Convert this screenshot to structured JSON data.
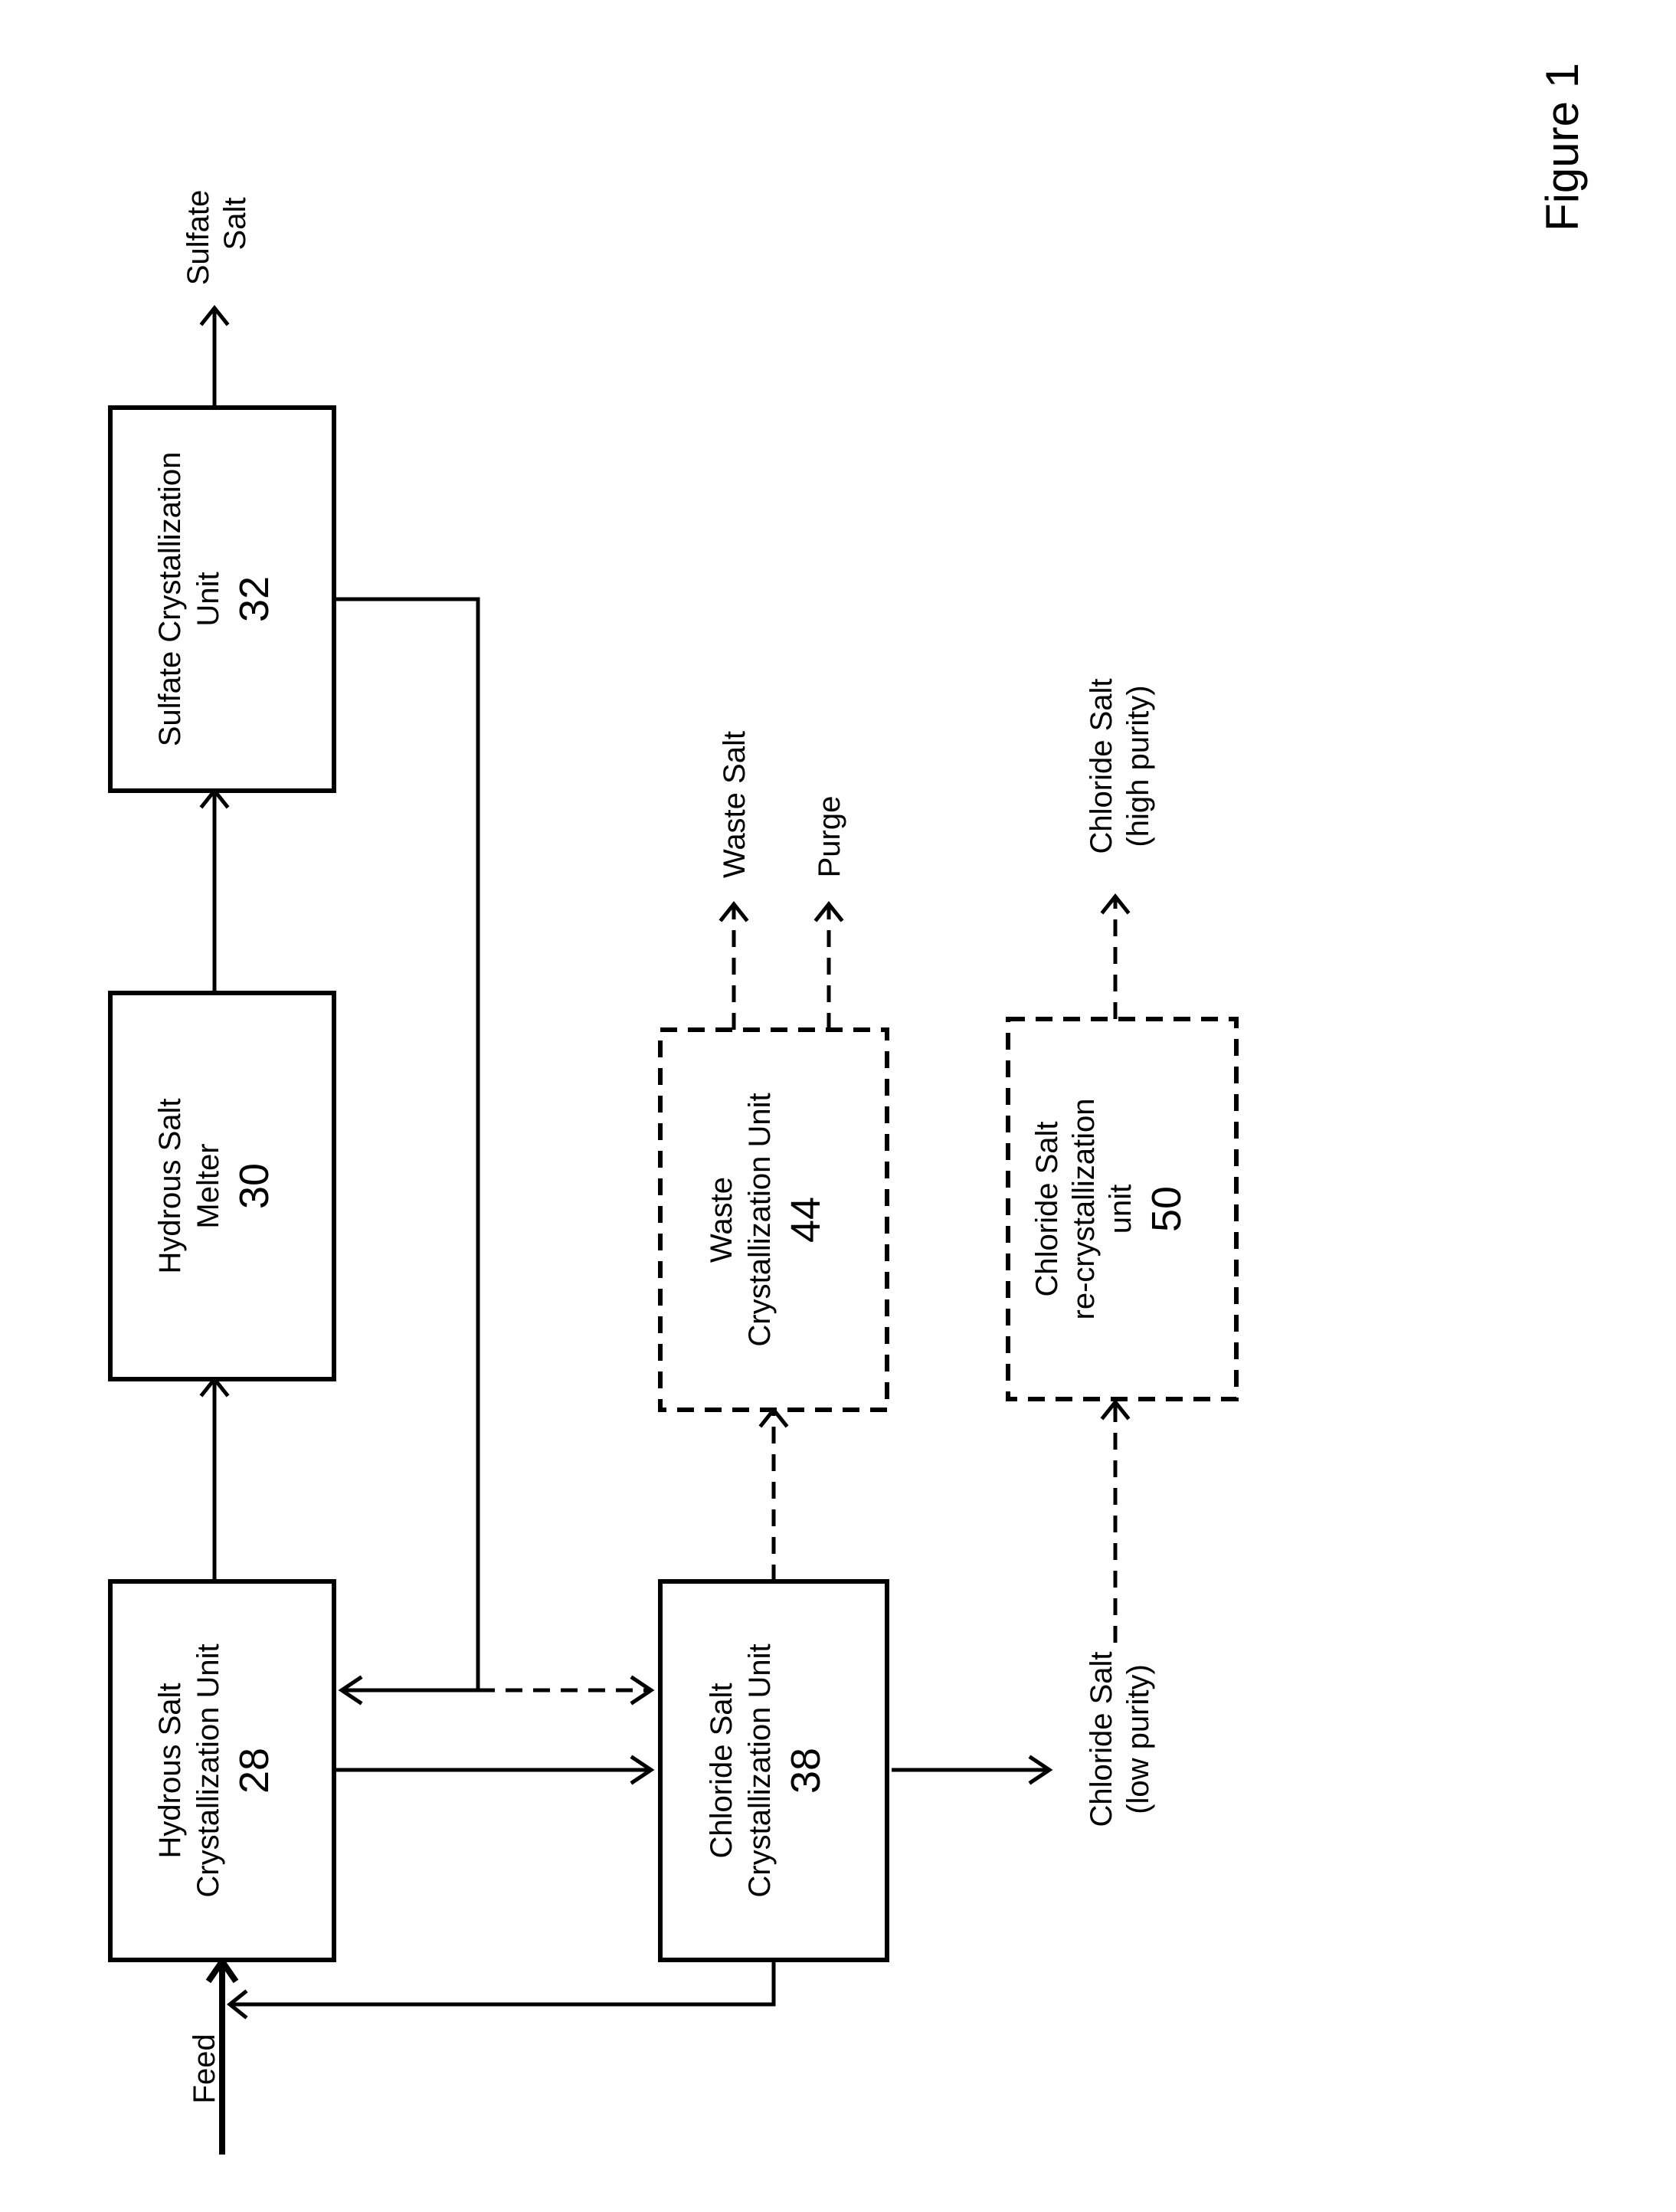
{
  "figure_label": "Figure 1",
  "units": {
    "hydrous_crystallization": {
      "name_line1": "Hydrous Salt",
      "name_line2": "Crystallization Unit",
      "number": "28"
    },
    "hydrous_melter": {
      "name_line1": "Hydrous Salt",
      "name_line2": "Melter",
      "number": "30"
    },
    "sulfate_crystallization": {
      "name_line1": "Sulfate Crystallization",
      "name_line2": "Unit",
      "number": "32"
    },
    "chloride_crystallization": {
      "name_line1": "Chloride Salt",
      "name_line2": "Crystallization Unit",
      "number": "38"
    },
    "waste_crystallization": {
      "name_line1": "Waste",
      "name_line2": "Crystallization Unit",
      "number": "44"
    },
    "chloride_recrystallization": {
      "name_line1": "Chloride Salt",
      "name_line2": "re-crystallization",
      "name_line3": "unit",
      "number": "50"
    }
  },
  "streams": {
    "feed": "Feed",
    "sulfate_salt_line1": "Sulfate",
    "sulfate_salt_line2": "Salt",
    "waste_salt": "Waste Salt",
    "purge": "Purge",
    "chloride_high_line1": "Chloride Salt",
    "chloride_high_line2": "(high purity)",
    "chloride_low_line1": "Chloride Salt",
    "chloride_low_line2": "(low purity)"
  }
}
